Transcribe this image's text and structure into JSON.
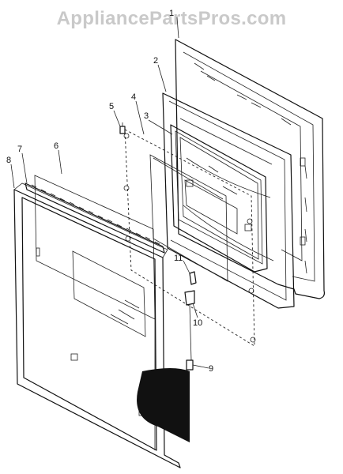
{
  "watermark": "AppliancePartsPros.com",
  "callouts": [
    "1",
    "2",
    "3",
    "4",
    "5",
    "6",
    "7",
    "8",
    "9",
    "10",
    "11"
  ]
}
